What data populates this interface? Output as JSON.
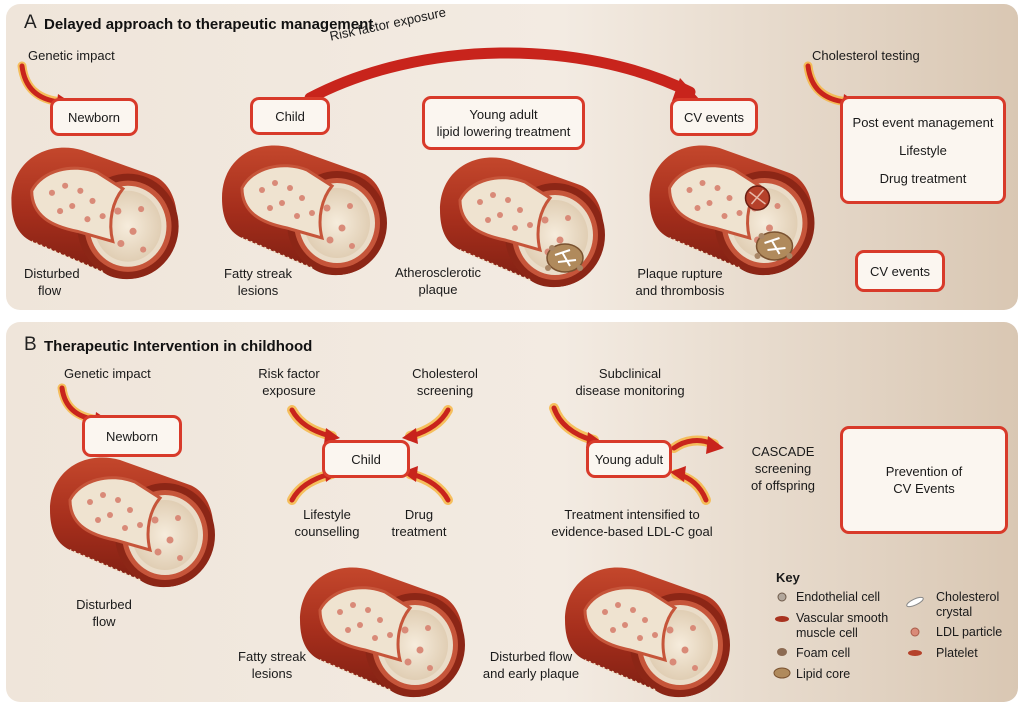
{
  "panel_a": {
    "letter": "A",
    "title": "Delayed approach to therapeutic management",
    "genetic_impact": "Genetic impact",
    "risk_factor_exposure": "Risk factor exposure",
    "cholesterol_testing": "Cholesterol testing",
    "boxes": {
      "newborn": "Newborn",
      "child": "Child",
      "young_adult": "Young adult",
      "lipid_lowering": "lipid lowering treatment",
      "cv_events": "CV events",
      "post_event_management": "Post event management",
      "lifestyle": "Lifestyle",
      "drug_treatment": "Drug treatment",
      "cv_events_bottom": "CV events"
    },
    "captions": {
      "disturbed_1": "Disturbed",
      "disturbed_2": "flow",
      "fatty_1": "Fatty streak",
      "fatty_2": "lesions",
      "athero_1": "Atherosclerotic",
      "athero_2": "plaque",
      "rupture_1": "Plaque rupture",
      "rupture_2": "and thrombosis"
    }
  },
  "panel_b": {
    "letter": "B",
    "title": "Therapeutic Intervention in childhood",
    "genetic_impact": "Genetic impact",
    "risk_1": "Risk factor",
    "risk_2": "exposure",
    "chol_1": "Cholesterol",
    "chol_2": "screening",
    "subclinical_1": "Subclinical",
    "subclinical_2": "disease monitoring",
    "lifestyle_1": "Lifestyle",
    "lifestyle_2": "counselling",
    "drug_1": "Drug",
    "drug_2": "treatment",
    "intensified_1": "Treatment intensified to",
    "intensified_2": "evidence-based LDL-C goal",
    "cascade_1": "CASCADE",
    "cascade_2": "screening",
    "cascade_3": "of offspring",
    "boxes": {
      "newborn": "Newborn",
      "child": "Child",
      "young_adult": "Young adult",
      "prevention_1": "Prevention of",
      "prevention_2": "CV Events"
    },
    "captions": {
      "disturbed_1": "Disturbed",
      "disturbed_2": "flow",
      "fatty_1": "Fatty streak",
      "fatty_2": "lesions",
      "early_1": "Disturbed flow",
      "early_2": "and early plaque"
    }
  },
  "key": {
    "title": "Key",
    "endothelial": "Endothelial cell",
    "vsmc_1": "Vascular smooth",
    "vsmc_2": "muscle cell",
    "foam": "Foam cell",
    "lipid_core": "Lipid core",
    "crystal_1": "Cholesterol",
    "crystal_2": "crystal",
    "ldl": "LDL particle",
    "platelet": "Platelet"
  },
  "colors": {
    "box_border": "#d83a2a",
    "arrow_red": "#c8241c",
    "arrow_glow": "#f6b43c",
    "vessel_outer": "#a8321f",
    "vessel_lumen": "#eedfc8"
  }
}
